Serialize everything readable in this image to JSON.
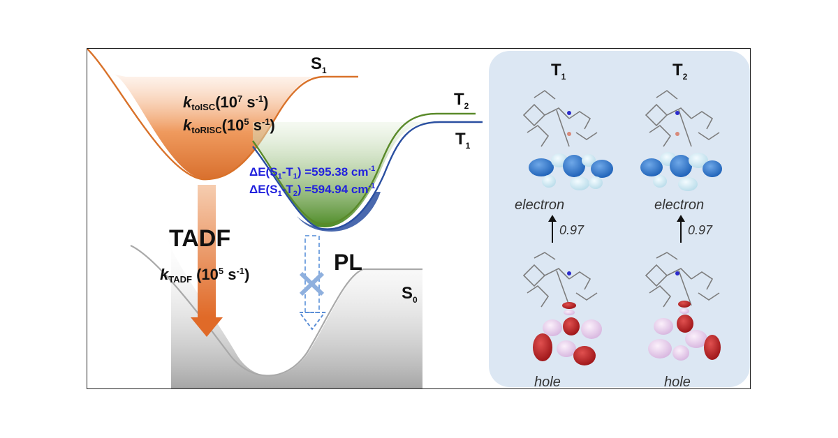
{
  "states": {
    "s1": {
      "main": "S",
      "sub": "1"
    },
    "t2": {
      "main": "T",
      "sub": "2"
    },
    "t1": {
      "main": "T",
      "sub": "1"
    },
    "s0": {
      "main": "S",
      "sub": "0"
    }
  },
  "rates": {
    "isc": {
      "k": "k",
      "sub": "toISC",
      "rest": "(10",
      "exp": "7",
      "unit": " s",
      "uexp": "-1",
      "close": ")"
    },
    "risc": {
      "k": "k",
      "sub": "toRISC",
      "rest": "(10",
      "exp": "5",
      "unit": " s",
      "uexp": "-1",
      "close": ")"
    },
    "tadf": {
      "k": "k",
      "sub": "TADF",
      "rest": " (10",
      "exp": "5",
      "unit": " s",
      "uexp": "-1",
      "close": ")"
    }
  },
  "gaps": {
    "g1": {
      "pre": "ΔE(S",
      "s": "1",
      "mid": "-T",
      "t": "1",
      "post": ") =595.38 cm",
      "exp": "-1"
    },
    "g2": {
      "pre": "ΔE(S",
      "s": "1",
      "mid": "-T",
      "t": "2",
      "post": ") =594.94 cm",
      "exp": "-1"
    }
  },
  "labels": {
    "tadf": "TADF",
    "pl": "PL"
  },
  "panel": {
    "col1": {
      "main": "T",
      "sub": "1"
    },
    "col2": {
      "main": "T",
      "sub": "2"
    },
    "electron": "electron",
    "hole": "hole",
    "coef1": "0.97",
    "coef2": "0.97"
  },
  "colors": {
    "s1_curve": "#d9722a",
    "t2_curve": "#5a8a2a",
    "t1_curve": "#2a4fa0",
    "s0_curve": "#a9a9a9",
    "tadf_arrow": "#e07a3a",
    "pl_arrow": "#5b8ed6",
    "panel_bg": "#dce7f3",
    "gap_text": "#2222dd"
  }
}
